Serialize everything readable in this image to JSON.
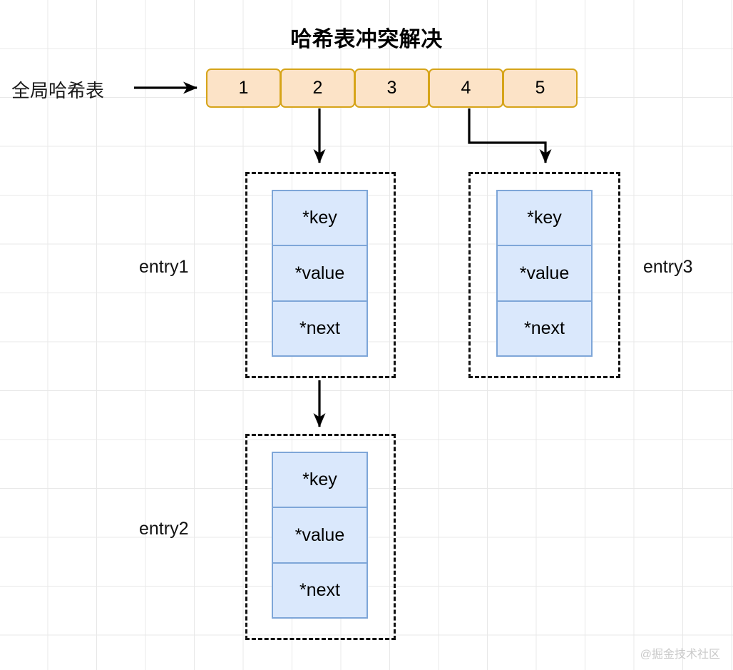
{
  "diagram": {
    "title": "哈希表冲突解决",
    "watermark": "@掘金技术社区",
    "hash_table": {
      "label": "全局哈希表",
      "cells": [
        "1",
        "2",
        "3",
        "4",
        "5"
      ]
    },
    "entries": [
      {
        "label": "entry1",
        "fields": [
          "*key",
          "*value",
          "*next"
        ]
      },
      {
        "label": "entry2",
        "fields": [
          "*key",
          "*value",
          "*next"
        ]
      },
      {
        "label": "entry3",
        "fields": [
          "*key",
          "*value",
          "*next"
        ]
      }
    ],
    "connections": [
      {
        "from": "hash-cell-2",
        "to": "entry1",
        "style": "straight-down"
      },
      {
        "from": "entry1",
        "to": "entry2",
        "style": "straight-down"
      },
      {
        "from": "hash-cell-4",
        "to": "entry3",
        "style": "elbow-down-right-down"
      },
      {
        "from": "label",
        "to": "hash-table",
        "style": "straight-right"
      }
    ],
    "colors": {
      "hash_cell_fill": "#FCE3C7",
      "hash_cell_border": "#D6A419",
      "field_fill": "#DAE8FC",
      "field_border": "#7EA6D8",
      "entry_border": "#111111",
      "grid": "#e8e8e8",
      "watermark": "#c9c9c9"
    }
  }
}
